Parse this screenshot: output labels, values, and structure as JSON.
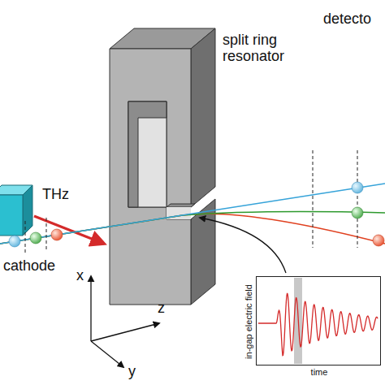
{
  "diagram": {
    "nodes": [
      {
        "text": [
          "in-gap electric field",
          "time"
        ]
      }
    ],
    "labels": [
      "THz",
      "split ring resonator",
      "detecto",
      "cathode",
      "x",
      "z",
      "y"
    ]
  }
}
